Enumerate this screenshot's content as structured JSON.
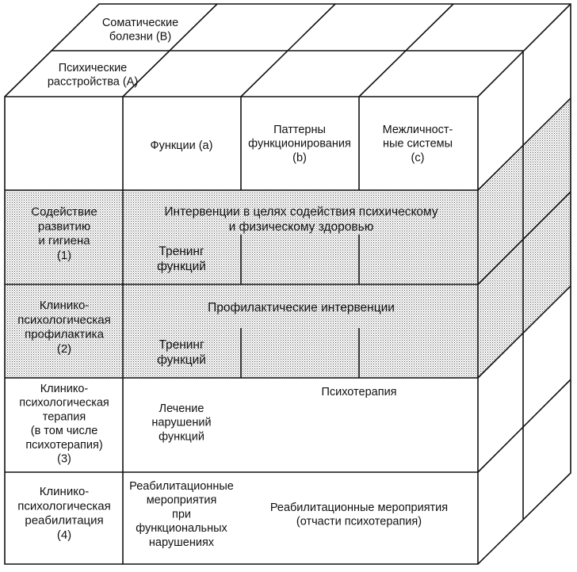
{
  "colors": {
    "line": "#111111",
    "shade_dots": "#555555",
    "background": "#ffffff"
  },
  "top_labels": {
    "somatic": [
      "Соматические",
      "болезни (B)"
    ],
    "mental": [
      "Психические",
      "расстройства (A)"
    ]
  },
  "columns": [
    {
      "lines": [
        "Функции (а)"
      ]
    },
    {
      "lines": [
        "Паттерны",
        "функционирования",
        "(b)"
      ]
    },
    {
      "lines": [
        "Межличност-",
        "ные системы",
        "(c)"
      ]
    }
  ],
  "rows": [
    {
      "lines": [
        "Содействие",
        "развитию",
        "и гигиена",
        "(1)"
      ]
    },
    {
      "lines": [
        "Клинико-",
        "психологическая",
        "профилактика",
        "(2)"
      ]
    },
    {
      "lines": [
        "Клинико-",
        "психологическая",
        "терапия",
        "(в том числе",
        "психотерапия)",
        "(3)"
      ]
    },
    {
      "lines": [
        "Клинико-",
        "психологическая",
        "реабилитация",
        "(4)"
      ]
    }
  ],
  "cells": {
    "promotion_title": [
      "Интервенции в целях содействия психическому",
      "и физическому здоровью"
    ],
    "promotion_training": [
      "Тренинг",
      "функций"
    ],
    "prevention_title": [
      "Профилактические интервенции"
    ],
    "prevention_training": [
      "Тренинг",
      "функций"
    ],
    "therapy_functions": [
      "Лечение",
      "нарушений",
      "функций"
    ],
    "therapy_psychotherapy": [
      "Психотерапия"
    ],
    "rehab_functions": [
      "Реабилитационные",
      "мероприятия",
      "при",
      "функциональных",
      "нарушениях"
    ],
    "rehab_other": [
      "Реабилитационные мероприятия",
      "(отчасти психотерапия)"
    ]
  }
}
